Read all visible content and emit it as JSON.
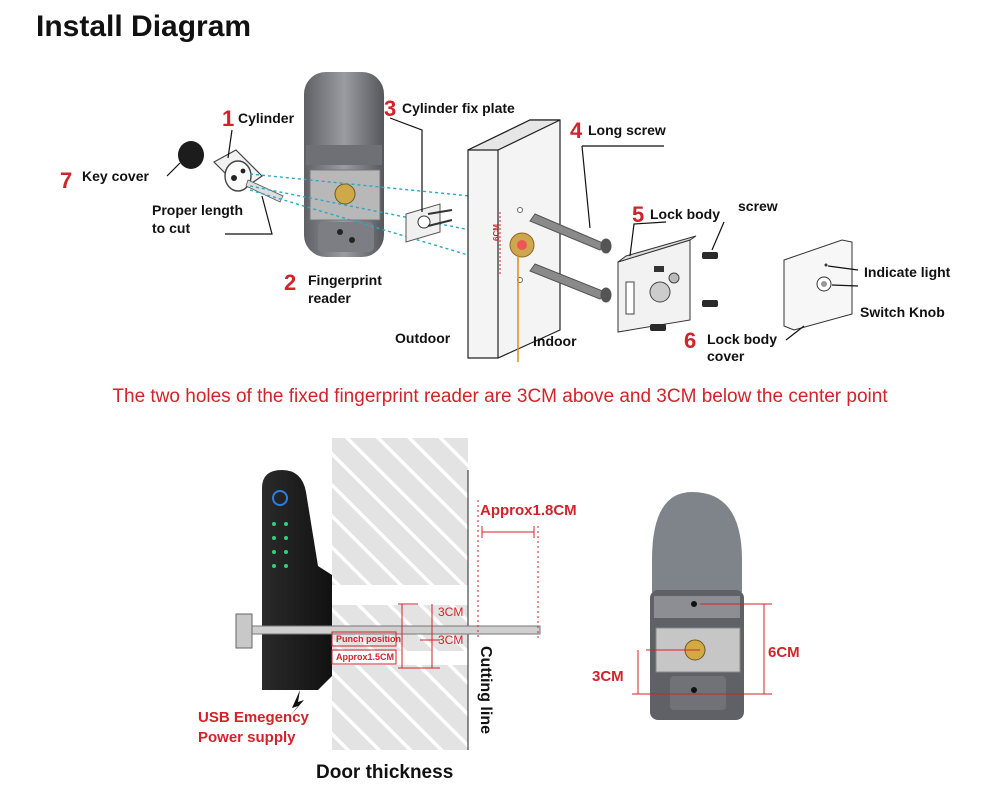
{
  "title": "Install Diagram",
  "parts": [
    {
      "num": "1",
      "label": "Cylinder"
    },
    {
      "num": "2",
      "label_line1": "Fingerprint",
      "label_line2": "reader"
    },
    {
      "num": "3",
      "label": "Cylinder fix plate"
    },
    {
      "num": "4",
      "label": "Long screw"
    },
    {
      "num": "5",
      "label": "Lock body"
    },
    {
      "num": "6",
      "label_line1": "Lock body",
      "label_line2": "cover"
    },
    {
      "num": "7",
      "label": "Key cover"
    }
  ],
  "labels": {
    "proper_length_line1": "Proper length",
    "proper_length_line2": "to cut",
    "screw": "screw",
    "indicate_light": "Indicate light",
    "switch_knob": "Switch Knob",
    "outdoor": "Outdoor",
    "indoor": "Indoor",
    "door_6cm": "6CM"
  },
  "note": "The two holes of  the fixed fingerprint reader are 3CM above and 3CM below the center point",
  "door_section": {
    "approx_18": "Approx1.8CM",
    "dim_3cm_upper": "3CM",
    "dim_3cm_lower": "3CM",
    "punch_position": "Punch position",
    "approx_15": "Approx1.5CM",
    "cutting_line": "Cutting line",
    "usb_line1": "USB Emegency",
    "usb_line2": "Power supply",
    "door_thickness": "Door thickness"
  },
  "back_view": {
    "dim_6cm": "6CM",
    "dim_3cm": "3CM"
  },
  "colors": {
    "accent_red": "#d2232a",
    "dashed_cyan": "#2aa8c4",
    "cable_orange": "#e38a1a"
  }
}
